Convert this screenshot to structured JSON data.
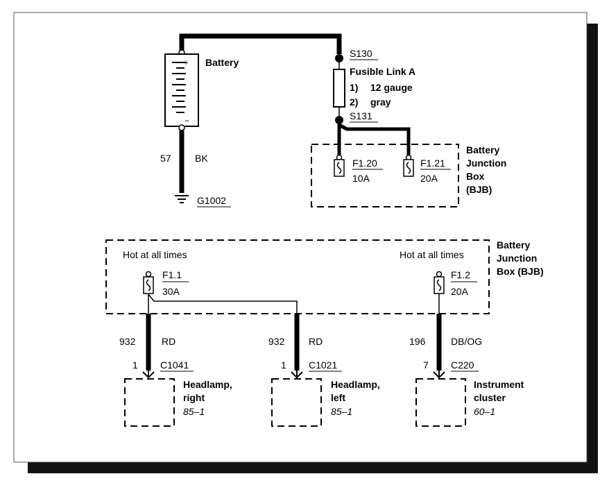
{
  "colors": {
    "ink": "#000000",
    "shadow": "#111111",
    "paper": "#ffffff"
  },
  "battery": {
    "label": "Battery",
    "plus": "+",
    "minus": "−"
  },
  "ground": {
    "circuit": "57",
    "color": "BK",
    "id": "G1002"
  },
  "splice_top": "S130",
  "fusible_link": {
    "title": "Fusible Link A",
    "line1_num": "1)",
    "line1_val": "12 gauge",
    "line2_num": "2)",
    "line2_val": "gray"
  },
  "splice_bottom": "S131",
  "bjb_top": {
    "label_lines": [
      "Battery",
      "Junction",
      "Box",
      "(BJB)"
    ],
    "fuses": [
      {
        "id": "F1.20",
        "rating": "10A"
      },
      {
        "id": "F1.21",
        "rating": "20A"
      }
    ]
  },
  "bjb_bottom": {
    "label_lines": [
      "Battery",
      "Junction",
      "Box (BJB)"
    ],
    "hot_left": "Hot at all times",
    "hot_right": "Hot at all times",
    "fuses": [
      {
        "id": "F1.1",
        "rating": "30A"
      },
      {
        "id": "F1.2",
        "rating": "20A"
      }
    ]
  },
  "circuits": [
    {
      "number": "932",
      "color": "RD",
      "pin": "1",
      "connector": "C1041",
      "device_line1": "Headlamp,",
      "device_line2": "right",
      "ref": "85–1"
    },
    {
      "number": "932",
      "color": "RD",
      "pin": "1",
      "connector": "C1021",
      "device_line1": "Headlamp,",
      "device_line2": "left",
      "ref": "85–1"
    },
    {
      "number": "196",
      "color": "DB/OG",
      "pin": "7",
      "connector": "C220",
      "device_line1": "Instrument",
      "device_line2": "cluster",
      "ref": "60–1"
    }
  ]
}
